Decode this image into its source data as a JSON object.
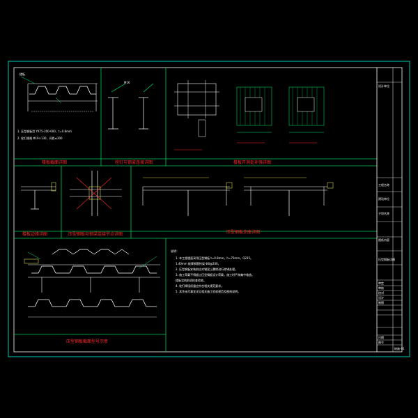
{
  "drawing": {
    "colors": {
      "background": "#000000",
      "frame": "#00a896",
      "border": "#ffffff",
      "section_line": "#00cc55",
      "caption": "#ff2a2a",
      "detail_line": "#ffffff",
      "annotation": "#ffff55",
      "dimension": "#00e676"
    },
    "section_captions": {
      "deck_section": "楼板截面详图",
      "stud_detail": "栓钉与钢梁连接详图",
      "opening_detail": "楼板开洞处补强详图",
      "edge_detail": "楼板边缘详图",
      "beam_joint_detail": "压型钢板与钢梁连接节点详图",
      "support_detail": "压型钢板支座详图",
      "deck_profile": "压型钢板截面型号示意"
    },
    "notes": {
      "title": "说明：",
      "lines": [
        "1. 本工程楼面采用压型钢板 t=0.8mm，h=75mm，Q235。",
        "   1.40mm 板厚钢筋桁架 Φ8@200。",
        "2. 压型钢板安装前应对钢梁上翼缘进行除锈处理。",
        "3. 施工荷载不得超过压型钢板设计荷载，施工时严禁集中堆放。",
        "   楼板浇筑前须检查验收。",
        "4. 栓钉焊接质量应符合相关规范要求。",
        "5. 其余未尽事宜详见相关施工验收规范及图纸说明。"
      ]
    },
    "deck_notes": [
      "1. 压型钢板用 YX75-200-600，t=0.8mm",
      "2. 栓钉规格 Φ19×130，间距≤300"
    ],
    "title_block": [
      "设计单位",
      "工程名称",
      "建设单位",
      "子项名称",
      "图纸内容",
      "压型钢板详图",
      "审定",
      "审核",
      "校对",
      "设计",
      "制图",
      "日期",
      "图号",
      "结施-01"
    ]
  }
}
